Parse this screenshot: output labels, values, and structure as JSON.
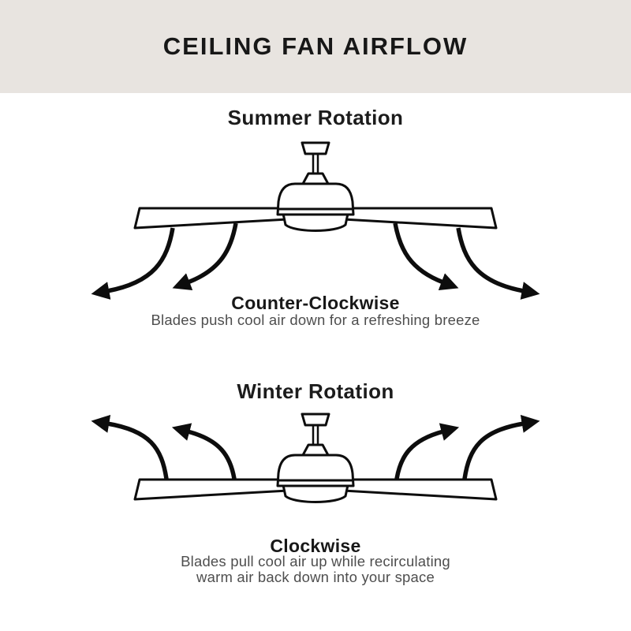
{
  "header": {
    "title": "CEILING FAN AIRFLOW"
  },
  "summer": {
    "title": "Summer Rotation",
    "direction_label": "Counter-Clockwise",
    "description": "Blades push cool air down for a refreshing breeze",
    "airflow_direction": "down-and-outward"
  },
  "winter": {
    "title": "Winter Rotation",
    "direction_label": "Clockwise",
    "description_line1": "Blades pull cool air up while recirculating",
    "description_line2": "warm air back down into your space",
    "airflow_direction": "up-and-outward"
  },
  "icons": {
    "summer_fan": "ceiling-fan-side-view",
    "winter_fan": "ceiling-fan-side-view",
    "arrows": "curved-airflow-arrow"
  },
  "colors": {
    "header_background": "#e8e4e0",
    "background": "#ffffff",
    "line_art": "#0d0d0d",
    "text_primary": "#1c1c1c",
    "text_secondary": "#4e4e4e"
  }
}
